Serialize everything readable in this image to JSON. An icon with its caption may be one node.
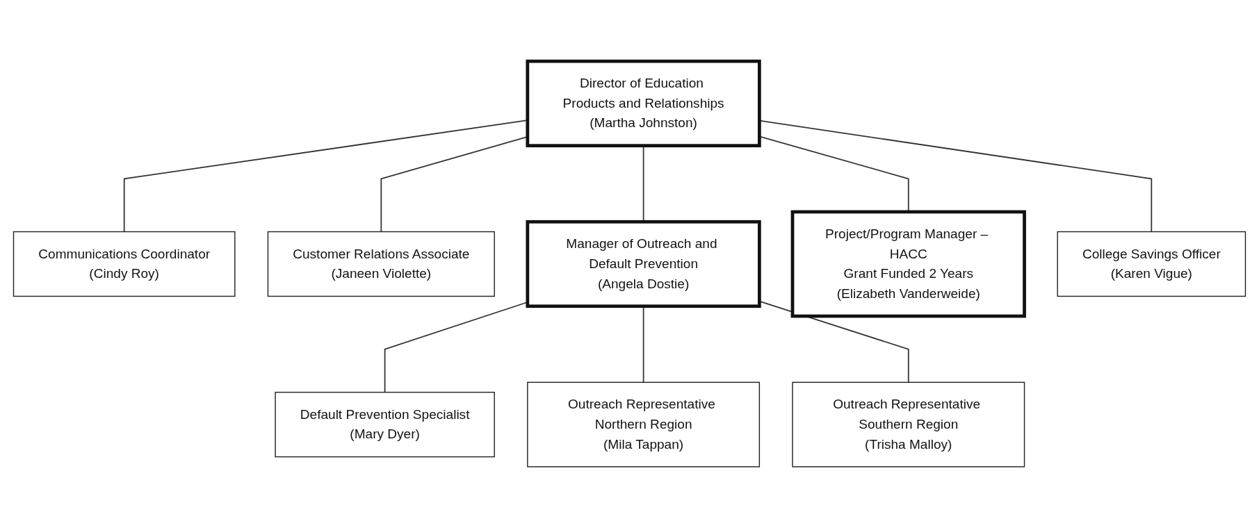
{
  "diagram": {
    "nodes": [
      {
        "text": [
          "Director of Education Products and Relationships",
          "(Martha Johnston)"
        ]
      },
      {
        "text": [
          "Communications Coordinator",
          "(Cindy Roy)"
        ]
      },
      {
        "text": [
          "Customer Relations Associate",
          "(Janeen Violette)"
        ]
      },
      {
        "text": [
          "Manager of Outreach and Default Prevention",
          "(Angela Dostie)"
        ]
      },
      {
        "text": [
          "Project/Program Manager – HACC",
          "Grant Funded 2 Years",
          "(Elizabeth Vanderweide)"
        ]
      },
      {
        "text": [
          "College Savings Officer",
          "(Karen Vigue)"
        ]
      },
      {
        "text": [
          "Default Prevention Specialist",
          "(Mary Dyer)"
        ]
      },
      {
        "text": [
          "Outreach Representative Northern Region",
          "(Mila Tappan)"
        ]
      },
      {
        "text": [
          "Outreach Representative Southern Region",
          "(Trisha Malloy)"
        ]
      }
    ],
    "edges": [
      {
        "from": 0,
        "to": 1,
        "arrow": "none"
      },
      {
        "from": 0,
        "to": 2,
        "arrow": "none"
      },
      {
        "from": 0,
        "to": 3,
        "arrow": "none"
      },
      {
        "from": 0,
        "to": 4,
        "arrow": "none"
      },
      {
        "from": 0,
        "to": 5,
        "arrow": "none"
      },
      {
        "from": 3,
        "to": 6,
        "arrow": "none"
      },
      {
        "from": 3,
        "to": 7,
        "arrow": "none"
      },
      {
        "from": 3,
        "to": 8,
        "arrow": "none"
      }
    ]
  }
}
